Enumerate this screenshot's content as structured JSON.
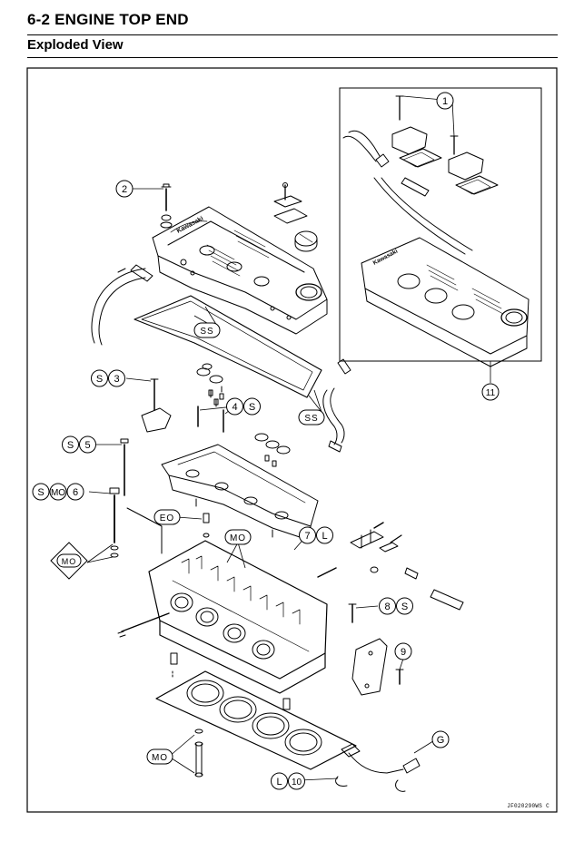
{
  "header": {
    "title": "6-2 ENGINE TOP END",
    "subtitle": "Exploded View"
  },
  "figure_ref": "JF020290WS C",
  "callouts": {
    "c1": [
      "1"
    ],
    "c2": [
      "2"
    ],
    "c3": [
      "S",
      "3"
    ],
    "c4": [
      "4",
      "S"
    ],
    "c5": [
      "S",
      "5"
    ],
    "c6": [
      "S",
      "MO",
      "6"
    ],
    "c7": [
      "7",
      "L"
    ],
    "c8": [
      "8",
      "S"
    ],
    "c9": [
      "9"
    ],
    "c10": [
      "L",
      "10"
    ],
    "c11": [
      "11"
    ],
    "cg": [
      "G"
    ],
    "ss1": [
      "SS"
    ],
    "ss2": [
      "SS"
    ],
    "eo": [
      "EO"
    ],
    "mo1": [
      "MO"
    ],
    "mo2": [
      "MO"
    ],
    "mo3": [
      "MO"
    ]
  }
}
